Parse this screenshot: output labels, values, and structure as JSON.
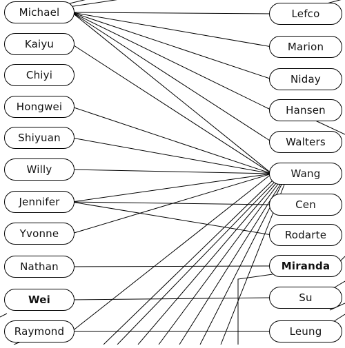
{
  "left_nodes": [
    {
      "id": "michael",
      "label": "Michael",
      "bold": false
    },
    {
      "id": "kaiyu",
      "label": "Kaiyu",
      "bold": false
    },
    {
      "id": "chiyi",
      "label": "Chiyi",
      "bold": false
    },
    {
      "id": "hongwei",
      "label": "Hongwei",
      "bold": false
    },
    {
      "id": "shiyuan",
      "label": "Shiyuan",
      "bold": false
    },
    {
      "id": "willy",
      "label": "Willy",
      "bold": false
    },
    {
      "id": "jennifer",
      "label": "Jennifer",
      "bold": false
    },
    {
      "id": "yvonne",
      "label": "Yvonne",
      "bold": false
    },
    {
      "id": "nathan",
      "label": "Nathan",
      "bold": false
    },
    {
      "id": "wei",
      "label": "Wei",
      "bold": true
    },
    {
      "id": "raymond",
      "label": "Raymond",
      "bold": false
    }
  ],
  "right_nodes": [
    {
      "id": "lefco",
      "label": "Lefco",
      "bold": false
    },
    {
      "id": "marion",
      "label": "Marion",
      "bold": false
    },
    {
      "id": "niday",
      "label": "Niday",
      "bold": false
    },
    {
      "id": "hansen",
      "label": "Hansen",
      "bold": false
    },
    {
      "id": "walters",
      "label": "Walters",
      "bold": false
    },
    {
      "id": "wang",
      "label": "Wang",
      "bold": false
    },
    {
      "id": "cen",
      "label": "Cen",
      "bold": false
    },
    {
      "id": "rodarte",
      "label": "Rodarte",
      "bold": false
    },
    {
      "id": "miranda",
      "label": "Miranda",
      "bold": true
    },
    {
      "id": "su",
      "label": "Su",
      "bold": false
    },
    {
      "id": "leung",
      "label": "Leung",
      "bold": false
    }
  ],
  "edges": [
    [
      "michael",
      "lefco"
    ],
    [
      "michael",
      "marion"
    ],
    [
      "michael",
      "niday"
    ],
    [
      "michael",
      "hansen"
    ],
    [
      "michael",
      "walters"
    ],
    [
      "michael",
      "wang"
    ],
    [
      "kaiyu",
      "wang"
    ],
    [
      "hongwei",
      "wang"
    ],
    [
      "shiyuan",
      "wang"
    ],
    [
      "willy",
      "wang"
    ],
    [
      "jennifer",
      "wang"
    ],
    [
      "jennifer",
      "cen"
    ],
    [
      "jennifer",
      "rodarte"
    ],
    [
      "yvonne",
      "wang"
    ],
    [
      "nathan",
      "miranda"
    ],
    [
      "wei",
      "su"
    ],
    [
      "raymond",
      "leung"
    ],
    [
      "raymond",
      "wang"
    ]
  ]
}
